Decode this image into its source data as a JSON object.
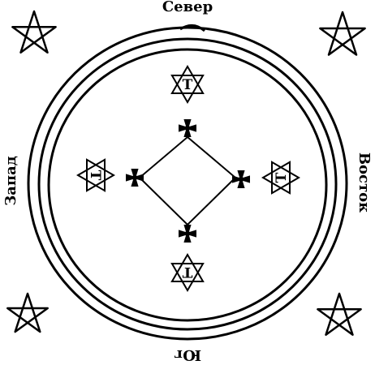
{
  "directions": {
    "north": "Север",
    "south": "Юг",
    "east": "Восток",
    "west": "Запад"
  },
  "seal_letter": "T",
  "ink_color": "#000000",
  "background_color": "#ffffff",
  "corner_symbol": "pentagram",
  "cross_symbol": "cross-pattee",
  "seal_symbol": "hexagram"
}
